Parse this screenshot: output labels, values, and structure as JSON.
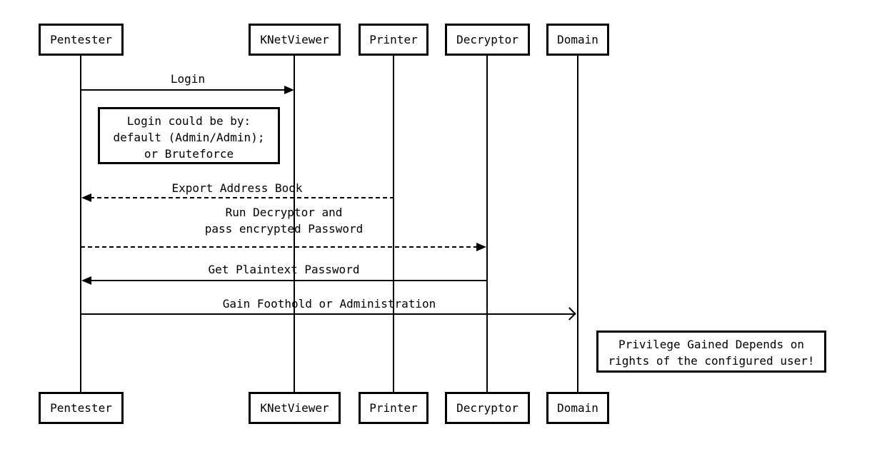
{
  "diagram": {
    "type": "sequence-diagram",
    "background_color": "#ffffff",
    "stroke_color": "#000000",
    "actors": [
      {
        "name": "Pentester"
      },
      {
        "name": "KNetViewer"
      },
      {
        "name": "Printer"
      },
      {
        "name": "Decryptor"
      },
      {
        "name": "Domain"
      }
    ],
    "messages": [
      {
        "label": "Login",
        "from": "Pentester",
        "to": "KNetViewer",
        "line": "solid",
        "arrowhead": "filled"
      },
      {
        "label": "Export Address Book",
        "from": "Printer",
        "to": "Pentester",
        "line": "dashed",
        "arrowhead": "filled"
      },
      {
        "label_line1": "Run Decryptor and",
        "label_line2": "pass encrypted Password",
        "from": "Pentester",
        "to": "Decryptor",
        "line": "dashed",
        "arrowhead": "filled"
      },
      {
        "label": "Get Plaintext Password",
        "from": "Decryptor",
        "to": "Pentester",
        "line": "solid",
        "arrowhead": "filled"
      },
      {
        "label": "Gain Foothold or Administration",
        "from": "Pentester",
        "to": "Domain",
        "line": "solid",
        "arrowhead": "open"
      }
    ],
    "notes": [
      {
        "lines": [
          "Login could be by:",
          "default (Admin/Admin);",
          "or Bruteforce"
        ]
      },
      {
        "lines": [
          "Privilege Gained Depends on",
          "rights of the configured user!"
        ]
      }
    ]
  }
}
